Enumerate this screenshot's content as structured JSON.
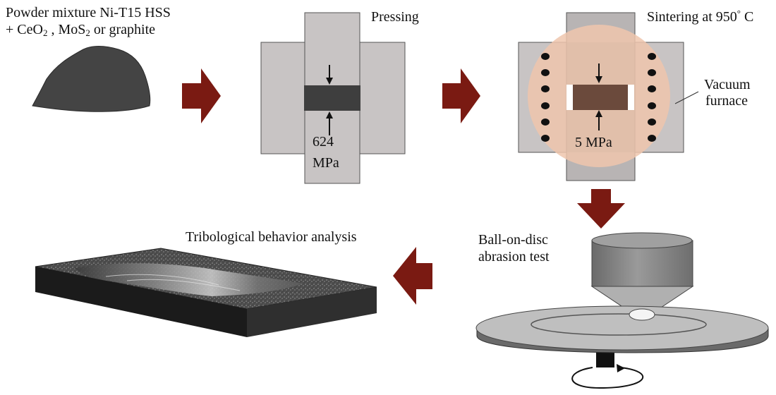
{
  "powder": {
    "line1": "Powder mixture Ni-T15 HSS",
    "line2_prefix": "+ CeO",
    "line2_sub1": "2",
    "line2_mid": " , MoS",
    "line2_sub2": "2",
    "line2_suffix": " or graphite"
  },
  "pressing": {
    "title": "Pressing",
    "pressure_value": "624",
    "pressure_unit": "MPa"
  },
  "sintering": {
    "title_prefix": "Sintering at 950",
    "title_sup": "°",
    "title_suffix": " C",
    "pressure": "5 MPa",
    "furnace_line1": "Vacuum",
    "furnace_line2": "furnace"
  },
  "abrasion": {
    "line1": "Ball-on-disc",
    "line2": "abrasion test"
  },
  "analysis": {
    "title": "Tribological behavior analysis"
  },
  "colors": {
    "arrow": "#7a1a12",
    "die": "#c8c4c4",
    "powder": "#444444",
    "compact": "#3e3e3e",
    "sintered_compact": "#6b4a3c",
    "glow": "#f0c9b0"
  }
}
